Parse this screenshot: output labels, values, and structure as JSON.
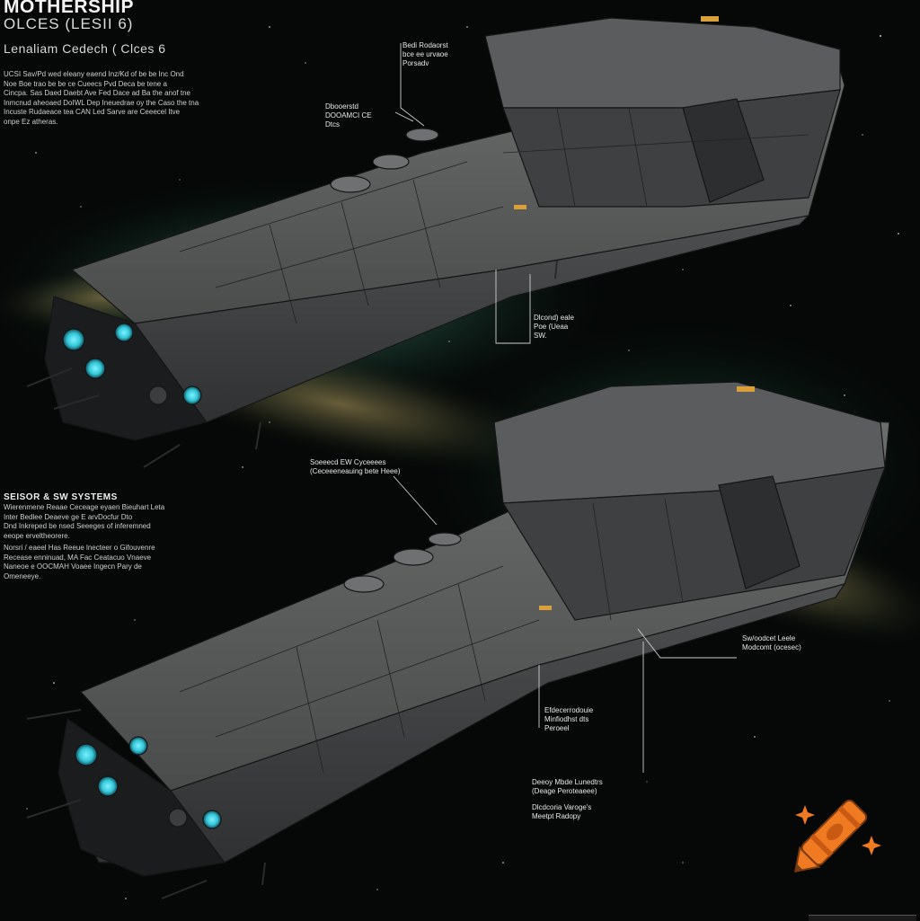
{
  "header": {
    "title": "MOTHERSHIP",
    "subtitle": "OLCES (LESII 6)",
    "class_line": "Lenaliam Cedech ( Clces 6"
  },
  "intro_text": "UCSI Sav/Pd wed eleany eaend Inz/Kd of be be Inc Ond\nNoe Boe trao be be ce Cueecs Pvd Deca be tene a\nCincpa. Sas Daed Daebt Ave Fed Dace ad Ba the anof tne\nInmcnud aheoaed DoIWL Dep Ineuedrae oy the Caso the tna\nIncuste Rudaeace tea CAN Led Sarve are Ceeecel Itve\nonpe Ez atheras.",
  "sensor_section": {
    "heading": "SEISOR & SW SYSTEMS",
    "para1": "Wierenmene Reaae Ceceage eyaen Bieuhart Leta\nInter Bedlee Deaeve ge E arvDocfur Dto\nDnd Inkreped be nsed Seeeges of inferemned\neeope erveltheorere.",
    "para2": "Norsri / eaeel Has Reeue lnecteer o Gifouvenre\nRecease enninuad, MA Fac Ceatacuo Vnaeve\nNaneoe e OOCMAH Voaee Ingecn Pary de\nOmeneeye."
  },
  "callouts": {
    "c1": "Bedi Rodaorst\nbce ee urvaoe\nPorsadv",
    "c2": "Dbooerstd\nDOOAMCI CE\nDtcs",
    "c3": "Dlcond) eale\nPoe (Ueaa\nSW.",
    "c4": "Soeeecd EW Cyceeees\n(Ceceeeneauing bete Heee)",
    "c5": "Sw/oodcet Leele\nModcomt (ocesec)",
    "c6": "Efdecerrodouie\nMinfiodhst dts\nPeroeel",
    "c7": "Deeoy Mbde Lunedtrs\n(Deage Peroteaeee)",
    "c8": "Dlcdcoria Varoge's\nMeetpt Radopy"
  },
  "colors": {
    "hull": "#4a4c4c",
    "hull_dark": "#2c2e2f",
    "hull_light": "#6a6c6c",
    "engine_glow": "#34c7d9",
    "nebula": "#0f3a2e",
    "crayon": "#f07a22",
    "window": "#d9a03a"
  }
}
